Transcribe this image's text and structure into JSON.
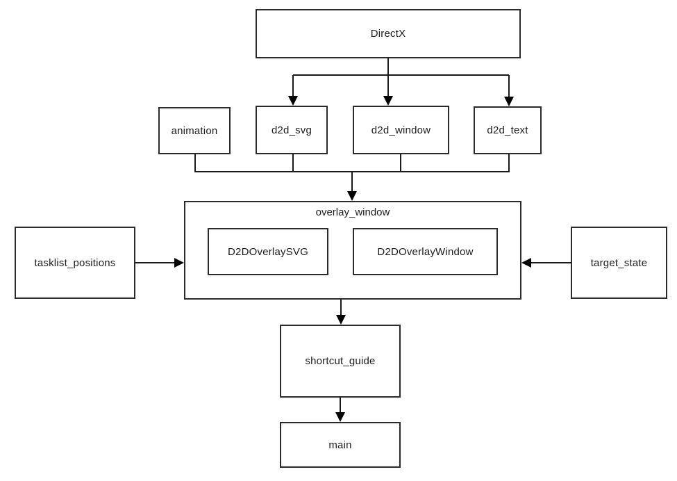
{
  "diagram": {
    "nodes": {
      "directx": {
        "label": "DirectX"
      },
      "animation": {
        "label": "animation"
      },
      "d2d_svg": {
        "label": "d2d_svg"
      },
      "d2d_window": {
        "label": "d2d_window"
      },
      "d2d_text": {
        "label": "d2d_text"
      },
      "overlay_window": {
        "label": "overlay_window"
      },
      "d2d_overlay_svg": {
        "label": "D2DOverlaySVG"
      },
      "d2d_overlay_window": {
        "label": "D2DOverlayWindow"
      },
      "tasklist_positions": {
        "label": "tasklist_positions"
      },
      "target_state": {
        "label": "target_state"
      },
      "shortcut_guide": {
        "label": "shortcut_guide"
      },
      "main": {
        "label": "main"
      }
    },
    "colors": {
      "background": "#ffffff",
      "box_border": "#2b2b2b",
      "text": "#1c1c1c",
      "connector": "#1a1a1a"
    }
  }
}
